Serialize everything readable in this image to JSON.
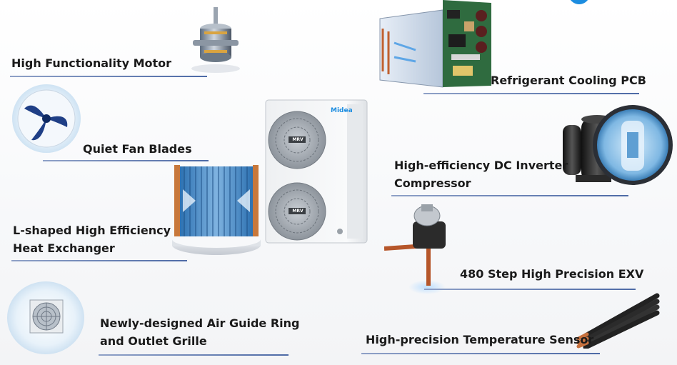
{
  "features": {
    "motor": "High Functionality Motor",
    "pcb": "Refrigerant Cooling PCB",
    "fan": "Quiet Fan Blades",
    "compressor_l1": "High-efficiency DC Inverter",
    "compressor_l2": "Compressor",
    "hex_l1": "L-shaped High Efficiency",
    "hex_l2": "Heat Exchanger",
    "exv": "480 Step High Precision EXV",
    "grille_l1": "Newly-designed Air Guide Ring",
    "grille_l2": "and Outlet Grille",
    "sensor": "High-precision Temperature Sensor"
  },
  "unit": {
    "brand": "Midea",
    "fan_badge": "MRV"
  },
  "colors": {
    "underline": "#4d6aa6",
    "accent": "#1c8de0",
    "text": "#1a1a1a"
  }
}
